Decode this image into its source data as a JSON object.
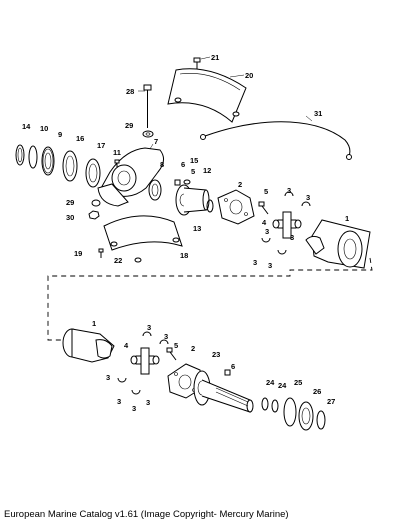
{
  "caption": "European Marine Catalog v1.61 (Image Copyright- Mercury Marine)",
  "labels": [
    {
      "id": "l21",
      "text": "21"
    },
    {
      "id": "l20",
      "text": "20"
    },
    {
      "id": "l28",
      "text": "28"
    },
    {
      "id": "l31",
      "text": "31"
    },
    {
      "id": "l14",
      "text": "14"
    },
    {
      "id": "l10",
      "text": "10"
    },
    {
      "id": "l9",
      "text": "9"
    },
    {
      "id": "l16",
      "text": "16"
    },
    {
      "id": "l29a",
      "text": "29"
    },
    {
      "id": "l7",
      "text": "7"
    },
    {
      "id": "l17",
      "text": "17"
    },
    {
      "id": "l11",
      "text": "11"
    },
    {
      "id": "l8",
      "text": "8"
    },
    {
      "id": "l6",
      "text": "6"
    },
    {
      "id": "l15",
      "text": "15"
    },
    {
      "id": "l5a",
      "text": "5"
    },
    {
      "id": "l12",
      "text": "12"
    },
    {
      "id": "l2a",
      "text": "2"
    },
    {
      "id": "l5b",
      "text": "5"
    },
    {
      "id": "l3a",
      "text": "3"
    },
    {
      "id": "l3b",
      "text": "3"
    },
    {
      "id": "l29b",
      "text": "29"
    },
    {
      "id": "l13",
      "text": "13"
    },
    {
      "id": "l4a",
      "text": "4"
    },
    {
      "id": "l1a",
      "text": "1"
    },
    {
      "id": "l30",
      "text": "30"
    },
    {
      "id": "l3c",
      "text": "3"
    },
    {
      "id": "l3d",
      "text": "3"
    },
    {
      "id": "l19",
      "text": "19"
    },
    {
      "id": "l22",
      "text": "22"
    },
    {
      "id": "l18",
      "text": "18"
    },
    {
      "id": "l3e",
      "text": "3"
    },
    {
      "id": "l3f",
      "text": "3"
    },
    {
      "id": "l1b",
      "text": "1"
    },
    {
      "id": "l3g",
      "text": "3"
    },
    {
      "id": "l3h",
      "text": "3"
    },
    {
      "id": "l4b",
      "text": "4"
    },
    {
      "id": "l5c",
      "text": "5"
    },
    {
      "id": "l2b",
      "text": "2"
    },
    {
      "id": "l23",
      "text": "23"
    },
    {
      "id": "l6b",
      "text": "6"
    },
    {
      "id": "l3i",
      "text": "3"
    },
    {
      "id": "l24a",
      "text": "24"
    },
    {
      "id": "l24b",
      "text": "24"
    },
    {
      "id": "l25",
      "text": "25"
    },
    {
      "id": "l26",
      "text": "26"
    },
    {
      "id": "l27",
      "text": "27"
    },
    {
      "id": "l3j",
      "text": "3"
    },
    {
      "id": "l3k",
      "text": "3"
    },
    {
      "id": "l3l",
      "text": "3"
    }
  ]
}
